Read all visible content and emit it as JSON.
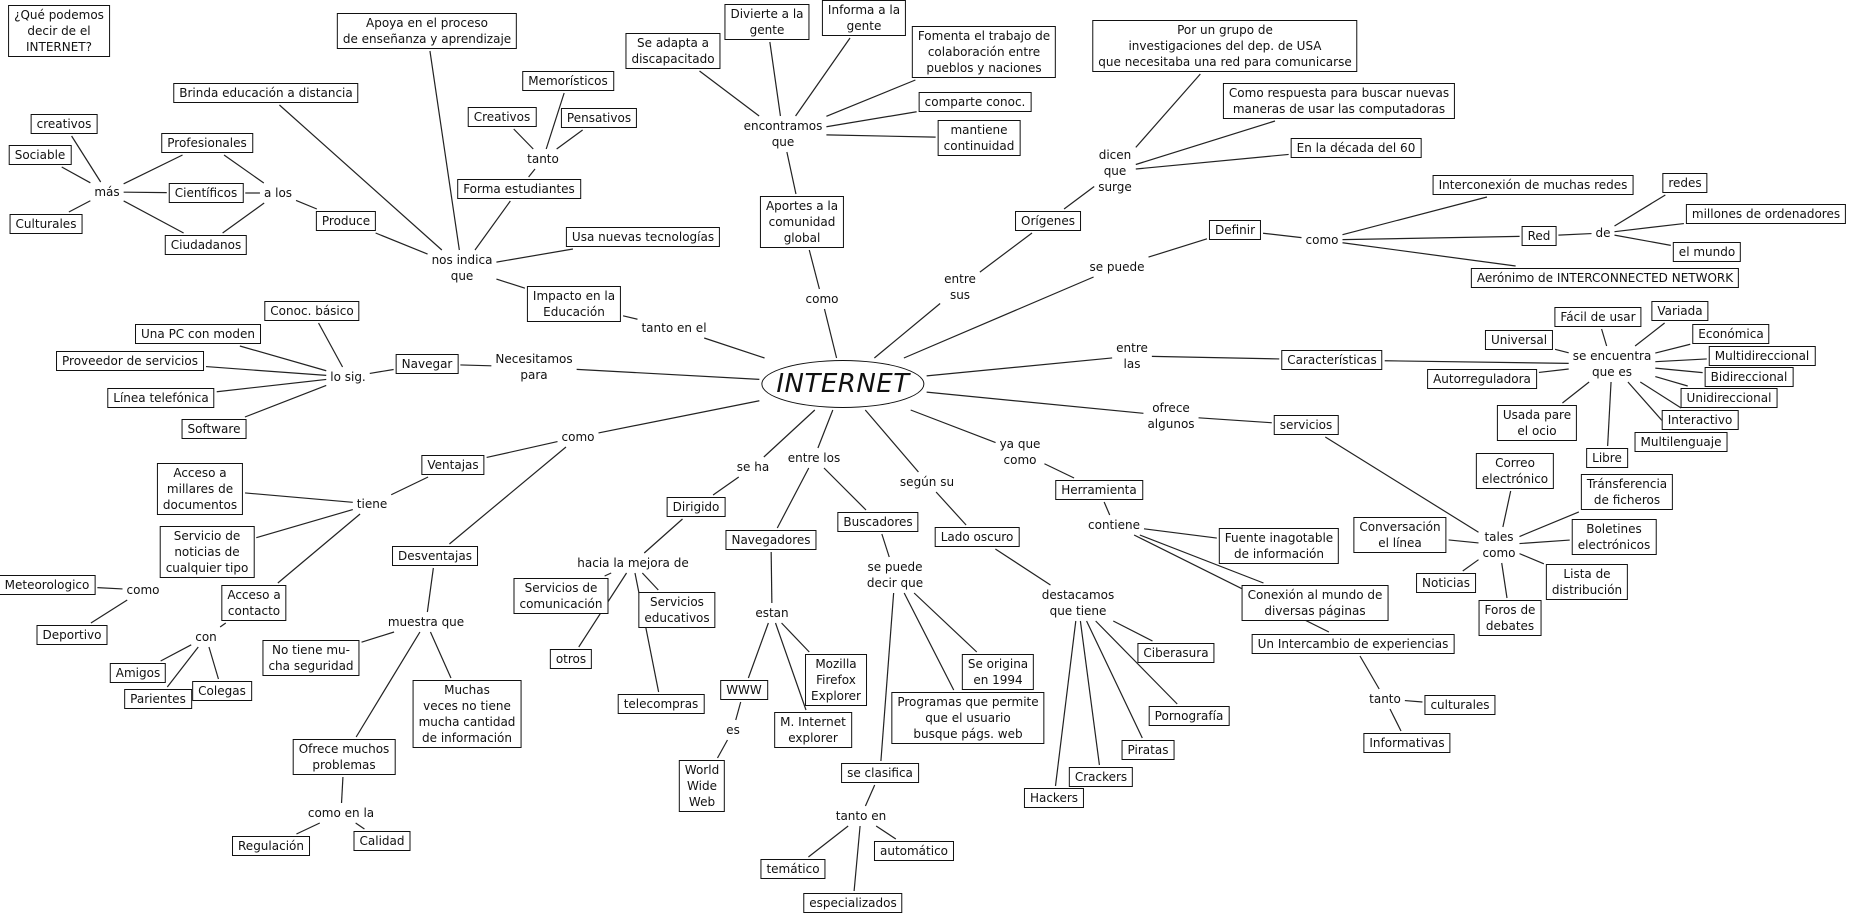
{
  "title": "¿Qué podemos\ndecir de el\nINTERNET?",
  "center": "INTERNET",
  "nodes": {
    "q": {
      "t": "¿Qué podemos\ndecir de el\nINTERNET?",
      "k": "box"
    },
    "c": {
      "t": "INTERNET",
      "k": "center"
    },
    "apoya": {
      "t": "Apoya en el proceso\nde enseñanza y aprendizaje",
      "k": "box"
    },
    "brinda": {
      "t": "Brinda educación a distancia",
      "k": "box"
    },
    "creativos1": {
      "t": "creativos",
      "k": "box"
    },
    "sociable": {
      "t": "Sociable",
      "k": "box"
    },
    "mas": {
      "t": "más",
      "k": "lbl"
    },
    "culturales1": {
      "t": "Culturales",
      "k": "box"
    },
    "profesionales": {
      "t": "Profesionales",
      "k": "box"
    },
    "cientificos": {
      "t": "Científicos",
      "k": "box"
    },
    "ciudadanos": {
      "t": "Ciudadanos",
      "k": "box"
    },
    "alos": {
      "t": "a los",
      "k": "lbl"
    },
    "produce": {
      "t": "Produce",
      "k": "box"
    },
    "memoristicos": {
      "t": "Memorísticos",
      "k": "box"
    },
    "creativos2": {
      "t": "Creativos",
      "k": "box"
    },
    "pensativos": {
      "t": "Pensativos",
      "k": "box"
    },
    "tanto1": {
      "t": "tanto",
      "k": "lbl"
    },
    "forma": {
      "t": "Forma estudiantes",
      "k": "box"
    },
    "nosindica": {
      "t": "nos indica\nque",
      "k": "lbl"
    },
    "usanuevas": {
      "t": "Usa nuevas tecnologías",
      "k": "box"
    },
    "impacto": {
      "t": "Impacto en la\nEducación",
      "k": "box"
    },
    "tantoenel": {
      "t": "tanto en el",
      "k": "lbl"
    },
    "seadapta": {
      "t": "Se adapta a\ndiscapacitado",
      "k": "box"
    },
    "divierte": {
      "t": "Divierte a la\ngente",
      "k": "box"
    },
    "informa": {
      "t": "Informa a la\ngente",
      "k": "box"
    },
    "fomenta": {
      "t": "Fomenta el trabajo de\ncolaboración entre\npueblos y naciones",
      "k": "box"
    },
    "comparte": {
      "t": "comparte conoc.",
      "k": "box"
    },
    "mantiene": {
      "t": "mantiene\ncontinuidad",
      "k": "box"
    },
    "encontramos": {
      "t": "encontramos\nque",
      "k": "lbl"
    },
    "aportes": {
      "t": "Aportes a la\ncomunidad\nglobal",
      "k": "box"
    },
    "como1": {
      "t": "como",
      "k": "lbl"
    },
    "porungrupo": {
      "t": "Por un grupo de\ninvestigaciones del dep. de USA\nque necesitaba una red para comunicarse",
      "k": "box"
    },
    "comorespuesta": {
      "t": "Como respuesta para buscar nuevas\nmaneras de usar las computadoras",
      "k": "box"
    },
    "decada": {
      "t": "En la década del 60",
      "k": "box"
    },
    "dicen": {
      "t": "dicen\nque\nsurge",
      "k": "lbl"
    },
    "origenes": {
      "t": "Orígenes",
      "k": "box"
    },
    "entresus": {
      "t": "entre\nsus",
      "k": "lbl"
    },
    "sepuede1": {
      "t": "se puede",
      "k": "lbl"
    },
    "definir": {
      "t": "Definir",
      "k": "box"
    },
    "como2": {
      "t": "como",
      "k": "lbl"
    },
    "interconexion": {
      "t": "Interconexión de muchas redes",
      "k": "box"
    },
    "red": {
      "t": "Red",
      "k": "box"
    },
    "de": {
      "t": "de",
      "k": "lbl"
    },
    "redes": {
      "t": "redes",
      "k": "box"
    },
    "millones": {
      "t": "millones de ordenadores",
      "k": "box"
    },
    "elmundo": {
      "t": "el mundo",
      "k": "box"
    },
    "aeronimo": {
      "t": "Aerónimo de INTERCONNECTED NETWORK",
      "k": "box"
    },
    "entrelas": {
      "t": "entre\nlas",
      "k": "lbl"
    },
    "caracteristicas": {
      "t": "Características",
      "k": "box"
    },
    "seencuentra": {
      "t": "se encuentra\nque es",
      "k": "lbl"
    },
    "facil": {
      "t": "Fácil de usar",
      "k": "box"
    },
    "variada": {
      "t": "Variada",
      "k": "box"
    },
    "universal": {
      "t": "Universal",
      "k": "box"
    },
    "economica": {
      "t": "Económica",
      "k": "box"
    },
    "multidireccional": {
      "t": "Multidireccional",
      "k": "box"
    },
    "bidireccional": {
      "t": "Bidireccional",
      "k": "box"
    },
    "autorreguladora": {
      "t": "Autorreguladora",
      "k": "box"
    },
    "unidireccional": {
      "t": "Unidireccional",
      "k": "box"
    },
    "interactivo": {
      "t": "Interactivo",
      "k": "box"
    },
    "usadapare": {
      "t": "Usada pare\nel ocio",
      "k": "box"
    },
    "multilenguaje": {
      "t": "Multilenguaje",
      "k": "box"
    },
    "libre": {
      "t": "Libre",
      "k": "box"
    },
    "ofrece": {
      "t": "ofrece\nalgunos",
      "k": "lbl"
    },
    "servicios": {
      "t": "servicios",
      "k": "box"
    },
    "tales": {
      "t": "tales\ncomo",
      "k": "lbl"
    },
    "correo": {
      "t": "Correo\nelectrónico",
      "k": "box"
    },
    "transferencia": {
      "t": "Tránsferencia\nde ficheros",
      "k": "box"
    },
    "conversacion": {
      "t": "Conversación\nel línea",
      "k": "box"
    },
    "boletines": {
      "t": "Boletines\nelectrónicos",
      "k": "box"
    },
    "noticias": {
      "t": "Noticias",
      "k": "box"
    },
    "lista": {
      "t": "Lista de\ndistribución",
      "k": "box"
    },
    "foros": {
      "t": "Foros de\ndebates",
      "k": "box"
    },
    "conoc": {
      "t": "Conoc. básico",
      "k": "box"
    },
    "unapc": {
      "t": "Una PC con moden",
      "k": "box"
    },
    "proveedor": {
      "t": "Proveedor de servicios",
      "k": "box"
    },
    "linea": {
      "t": "Línea telefónica",
      "k": "box"
    },
    "software": {
      "t": "Software",
      "k": "box"
    },
    "losig": {
      "t": "lo sig.",
      "k": "lbl"
    },
    "navegar": {
      "t": "Navegar",
      "k": "box"
    },
    "necesitamos": {
      "t": "Necesitamos\npara",
      "k": "lbl"
    },
    "como3": {
      "t": "como",
      "k": "lbl"
    },
    "ventajas": {
      "t": "Ventajas",
      "k": "box"
    },
    "tiene": {
      "t": "tiene",
      "k": "lbl"
    },
    "acceso1": {
      "t": "Acceso a\nmillares de\ndocumentos",
      "k": "box"
    },
    "servicio": {
      "t": "Servicio de\nnoticias de\ncualquier tipo",
      "k": "box"
    },
    "acceso2": {
      "t": "Acceso a\ncontacto",
      "k": "box"
    },
    "meteorologico": {
      "t": "Meteorologico",
      "k": "box"
    },
    "como4": {
      "t": "como",
      "k": "lbl"
    },
    "deportivo": {
      "t": "Deportivo",
      "k": "box"
    },
    "con": {
      "t": "con",
      "k": "lbl"
    },
    "amigos": {
      "t": "Amigos",
      "k": "box"
    },
    "parientes": {
      "t": "Parientes",
      "k": "box"
    },
    "colegas": {
      "t": "Colegas",
      "k": "box"
    },
    "desventajas": {
      "t": "Desventajas",
      "k": "box"
    },
    "muestra": {
      "t": "muestra que",
      "k": "lbl"
    },
    "notiene": {
      "t": "No tiene mu-\ncha seguridad",
      "k": "box"
    },
    "muchas": {
      "t": "Muchas\nveces no tiene\nmucha cantidad\nde información",
      "k": "box"
    },
    "ofrecemuchos": {
      "t": "Ofrece muchos\nproblemas",
      "k": "box"
    },
    "comoenla": {
      "t": "como en la",
      "k": "lbl"
    },
    "regulacion": {
      "t": "Regulación",
      "k": "box"
    },
    "calidad": {
      "t": "Calidad",
      "k": "box"
    },
    "seha": {
      "t": "se ha",
      "k": "lbl"
    },
    "dirigido": {
      "t": "Dirigido",
      "k": "box"
    },
    "hacia": {
      "t": "hacia la mejora de",
      "k": "lbl"
    },
    "servcom": {
      "t": "Servicios de\ncomunicación",
      "k": "box"
    },
    "served": {
      "t": "Servicios\neducativos",
      "k": "box"
    },
    "otros": {
      "t": "otros",
      "k": "box"
    },
    "telecompras": {
      "t": "telecompras",
      "k": "box"
    },
    "entrelos": {
      "t": "entre los",
      "k": "lbl"
    },
    "navegadores": {
      "t": "Navegadores",
      "k": "box"
    },
    "estan": {
      "t": "estan",
      "k": "lbl"
    },
    "www": {
      "t": "WWW",
      "k": "box"
    },
    "es": {
      "t": "es",
      "k": "lbl"
    },
    "wwwfull": {
      "t": "World\nWide\nWeb",
      "k": "box"
    },
    "mozilla": {
      "t": "Mozilla\nFirefox\nExplorer",
      "k": "box"
    },
    "minternet": {
      "t": "M. Internet\nexplorer",
      "k": "box"
    },
    "buscadores": {
      "t": "Buscadores",
      "k": "box"
    },
    "sepuede2": {
      "t": "se puede\ndecir que",
      "k": "lbl"
    },
    "seorigina": {
      "t": "Se origina\nen 1994",
      "k": "box"
    },
    "programas": {
      "t": "Programas que permite\nque el usuario\nbusque págs. web",
      "k": "box"
    },
    "seclasifica": {
      "t": "se clasifica",
      "k": "box"
    },
    "tantoen": {
      "t": "tanto en",
      "k": "lbl"
    },
    "tematico": {
      "t": "temático",
      "k": "box"
    },
    "automatico": {
      "t": "automático",
      "k": "box"
    },
    "especializados": {
      "t": "especializados",
      "k": "box"
    },
    "segunsu": {
      "t": "según su",
      "k": "lbl"
    },
    "ladooscuro": {
      "t": "Lado oscuro",
      "k": "box"
    },
    "destacamos": {
      "t": "destacamos\nque tiene",
      "k": "lbl"
    },
    "ciberasura": {
      "t": "Ciberasura",
      "k": "box"
    },
    "pornografia": {
      "t": "Pornografía",
      "k": "box"
    },
    "piratas": {
      "t": "Piratas",
      "k": "box"
    },
    "crackers": {
      "t": "Crackers",
      "k": "box"
    },
    "hackers": {
      "t": "Hackers",
      "k": "box"
    },
    "yaque": {
      "t": "ya que\ncomo",
      "k": "lbl"
    },
    "herramienta": {
      "t": "Herramienta",
      "k": "box"
    },
    "contiene": {
      "t": "contiene",
      "k": "lbl"
    },
    "fuente": {
      "t": "Fuente inagotable\nde información",
      "k": "box"
    },
    "conexion": {
      "t": "Conexión al mundo de\ndiversas páginas",
      "k": "box"
    },
    "intercambio": {
      "t": "Un Intercambio de experiencias",
      "k": "box"
    },
    "tanto2": {
      "t": "tanto",
      "k": "lbl"
    },
    "culturales2": {
      "t": "culturales",
      "k": "box"
    },
    "informativas": {
      "t": "Informativas",
      "k": "box"
    }
  },
  "edges": [
    [
      "c",
      "tantoenel"
    ],
    [
      "tantoenel",
      "impacto"
    ],
    [
      "impacto",
      "nosindica"
    ],
    [
      "nosindica",
      "apoya"
    ],
    [
      "nosindica",
      "brinda"
    ],
    [
      "nosindica",
      "produce"
    ],
    [
      "nosindica",
      "forma"
    ],
    [
      "nosindica",
      "usanuevas"
    ],
    [
      "produce",
      "alos"
    ],
    [
      "alos",
      "profesionales"
    ],
    [
      "alos",
      "cientificos"
    ],
    [
      "alos",
      "ciudadanos"
    ],
    [
      "profesionales",
      "mas"
    ],
    [
      "cientificos",
      "mas"
    ],
    [
      "ciudadanos",
      "mas"
    ],
    [
      "mas",
      "creativos1"
    ],
    [
      "mas",
      "sociable"
    ],
    [
      "mas",
      "culturales1"
    ],
    [
      "forma",
      "tanto1"
    ],
    [
      "tanto1",
      "memoristicos"
    ],
    [
      "tanto1",
      "creativos2"
    ],
    [
      "tanto1",
      "pensativos"
    ],
    [
      "c",
      "como1"
    ],
    [
      "como1",
      "aportes"
    ],
    [
      "aportes",
      "encontramos"
    ],
    [
      "encontramos",
      "seadapta"
    ],
    [
      "encontramos",
      "divierte"
    ],
    [
      "encontramos",
      "informa"
    ],
    [
      "encontramos",
      "fomenta"
    ],
    [
      "encontramos",
      "comparte"
    ],
    [
      "encontramos",
      "mantiene"
    ],
    [
      "c",
      "entresus"
    ],
    [
      "entresus",
      "origenes"
    ],
    [
      "origenes",
      "dicen"
    ],
    [
      "dicen",
      "porungrupo"
    ],
    [
      "dicen",
      "comorespuesta"
    ],
    [
      "dicen",
      "decada"
    ],
    [
      "c",
      "sepuede1"
    ],
    [
      "sepuede1",
      "definir"
    ],
    [
      "definir",
      "como2"
    ],
    [
      "como2",
      "interconexion"
    ],
    [
      "como2",
      "red"
    ],
    [
      "como2",
      "aeronimo"
    ],
    [
      "red",
      "de"
    ],
    [
      "de",
      "redes"
    ],
    [
      "de",
      "millones"
    ],
    [
      "de",
      "elmundo"
    ],
    [
      "c",
      "entrelas"
    ],
    [
      "entrelas",
      "caracteristicas"
    ],
    [
      "caracteristicas",
      "seencuentra"
    ],
    [
      "seencuentra",
      "facil"
    ],
    [
      "seencuentra",
      "variada"
    ],
    [
      "seencuentra",
      "universal"
    ],
    [
      "seencuentra",
      "economica"
    ],
    [
      "seencuentra",
      "multidireccional"
    ],
    [
      "seencuentra",
      "bidireccional"
    ],
    [
      "seencuentra",
      "autorreguladora"
    ],
    [
      "seencuentra",
      "unidireccional"
    ],
    [
      "seencuentra",
      "interactivo"
    ],
    [
      "seencuentra",
      "usadapare"
    ],
    [
      "seencuentra",
      "multilenguaje"
    ],
    [
      "seencuentra",
      "libre"
    ],
    [
      "c",
      "ofrece"
    ],
    [
      "ofrece",
      "servicios"
    ],
    [
      "servicios",
      "tales"
    ],
    [
      "tales",
      "correo"
    ],
    [
      "tales",
      "transferencia"
    ],
    [
      "tales",
      "conversacion"
    ],
    [
      "tales",
      "boletines"
    ],
    [
      "tales",
      "noticias"
    ],
    [
      "tales",
      "lista"
    ],
    [
      "tales",
      "foros"
    ],
    [
      "c",
      "necesitamos"
    ],
    [
      "necesitamos",
      "navegar"
    ],
    [
      "navegar",
      "losig"
    ],
    [
      "losig",
      "conoc"
    ],
    [
      "losig",
      "unapc"
    ],
    [
      "losig",
      "proveedor"
    ],
    [
      "losig",
      "linea"
    ],
    [
      "losig",
      "software"
    ],
    [
      "c",
      "como3"
    ],
    [
      "como3",
      "ventajas"
    ],
    [
      "como3",
      "desventajas"
    ],
    [
      "ventajas",
      "tiene"
    ],
    [
      "tiene",
      "acceso1"
    ],
    [
      "tiene",
      "servicio"
    ],
    [
      "tiene",
      "acceso2"
    ],
    [
      "servicio",
      "como4"
    ],
    [
      "como4",
      "meteorologico"
    ],
    [
      "como4",
      "deportivo"
    ],
    [
      "acceso2",
      "con"
    ],
    [
      "con",
      "amigos"
    ],
    [
      "con",
      "parientes"
    ],
    [
      "con",
      "colegas"
    ],
    [
      "desventajas",
      "muestra"
    ],
    [
      "muestra",
      "notiene"
    ],
    [
      "muestra",
      "muchas"
    ],
    [
      "muestra",
      "ofrecemuchos"
    ],
    [
      "ofrecemuchos",
      "comoenla"
    ],
    [
      "comoenla",
      "regulacion"
    ],
    [
      "comoenla",
      "calidad"
    ],
    [
      "c",
      "seha"
    ],
    [
      "seha",
      "dirigido"
    ],
    [
      "dirigido",
      "hacia"
    ],
    [
      "hacia",
      "servcom"
    ],
    [
      "hacia",
      "served"
    ],
    [
      "hacia",
      "otros"
    ],
    [
      "hacia",
      "telecompras"
    ],
    [
      "c",
      "entrelos"
    ],
    [
      "entrelos",
      "navegadores"
    ],
    [
      "entrelos",
      "buscadores"
    ],
    [
      "navegadores",
      "estan"
    ],
    [
      "estan",
      "www"
    ],
    [
      "estan",
      "mozilla"
    ],
    [
      "estan",
      "minternet"
    ],
    [
      "www",
      "es"
    ],
    [
      "es",
      "wwwfull"
    ],
    [
      "buscadores",
      "sepuede2"
    ],
    [
      "sepuede2",
      "seorigina"
    ],
    [
      "sepuede2",
      "programas"
    ],
    [
      "sepuede2",
      "seclasifica"
    ],
    [
      "seclasifica",
      "tantoen"
    ],
    [
      "tantoen",
      "tematico"
    ],
    [
      "tantoen",
      "automatico"
    ],
    [
      "tantoen",
      "especializados"
    ],
    [
      "c",
      "segunsu"
    ],
    [
      "segunsu",
      "ladooscuro"
    ],
    [
      "ladooscuro",
      "destacamos"
    ],
    [
      "destacamos",
      "ciberasura"
    ],
    [
      "destacamos",
      "pornografia"
    ],
    [
      "destacamos",
      "piratas"
    ],
    [
      "destacamos",
      "crackers"
    ],
    [
      "destacamos",
      "hackers"
    ],
    [
      "c",
      "yaque"
    ],
    [
      "yaque",
      "herramienta"
    ],
    [
      "herramienta",
      "contiene"
    ],
    [
      "contiene",
      "fuente"
    ],
    [
      "contiene",
      "conexion"
    ],
    [
      "contiene",
      "intercambio"
    ],
    [
      "intercambio",
      "tanto2"
    ],
    [
      "tanto2",
      "culturales2"
    ],
    [
      "tanto2",
      "informativas"
    ]
  ]
}
